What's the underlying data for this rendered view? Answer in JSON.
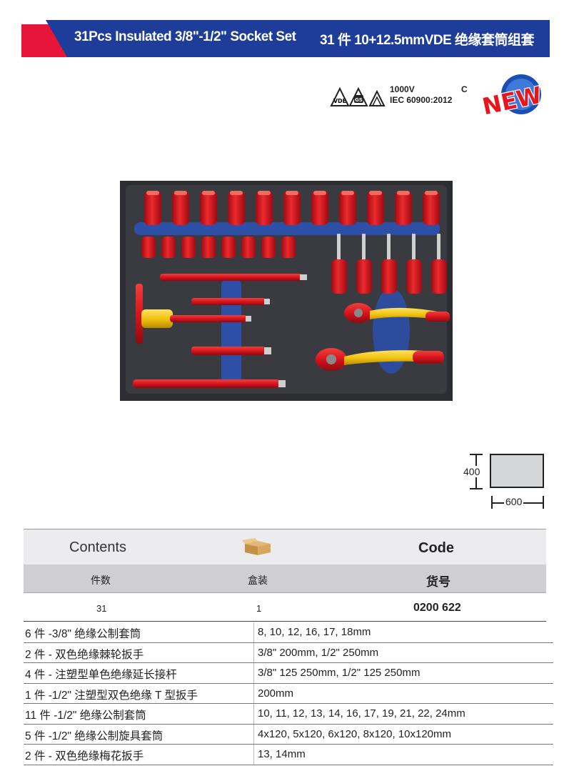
{
  "header": {
    "title_en": "31Pcs Insulated 3/8\"-1/2\" Socket Set",
    "title_cn": "31 件 10+12.5mmVDE 绝缘套筒组套"
  },
  "certification": {
    "voltage": "1000V",
    "standard": "IEC 60900:2012",
    "class": "C",
    "marks": [
      "vde-triangle-mark",
      "gs-mark",
      "double-triangle-mark"
    ]
  },
  "badge": {
    "text": "NEW"
  },
  "dimensions": {
    "height": "400",
    "width": "600"
  },
  "table": {
    "header_en": {
      "contents": "Contents",
      "code": "Code"
    },
    "header_cn": {
      "count": "件数",
      "packing": "盒装",
      "code": "货号"
    },
    "summary": {
      "count": "31",
      "packing": "1",
      "code": "0200 622"
    },
    "items": [
      {
        "name": "6 件 -3/8\" 绝缘公制套筒",
        "spec": "8, 10, 12, 16, 17, 18mm"
      },
      {
        "name": "2 件 - 双色绝缘棘轮扳手",
        "spec": "3/8\" 200mm, 1/2\"  250mm"
      },
      {
        "name": "4 件 - 注塑型单色绝缘延长接杆",
        "spec": "3/8\"  125  250mm,   1/2\"  125  250mm"
      },
      {
        "name": "1 件 -1/2\" 注塑型双色绝缘 T 型扳手",
        "spec": "200mm"
      },
      {
        "name": "11 件 -1/2\" 绝缘公制套筒",
        "spec": "10, 11, 12, 13, 14, 16, 17, 19, 21, 22, 24mm"
      },
      {
        "name": "5 件 -1/2\" 绝缘公制旋具套筒",
        "spec": "4x120, 5x120, 6x120, 8x120, 10x120mm"
      },
      {
        "name": "2 件 - 双色绝缘梅花扳手",
        "spec": "13, 14mm"
      }
    ]
  },
  "colors": {
    "banner_blue": "#1e3c99",
    "banner_red": "#e8153a",
    "tool_red": "#d8141e",
    "foam_blue": "#2e4fa6",
    "grip_yellow": "#f2c40f"
  }
}
